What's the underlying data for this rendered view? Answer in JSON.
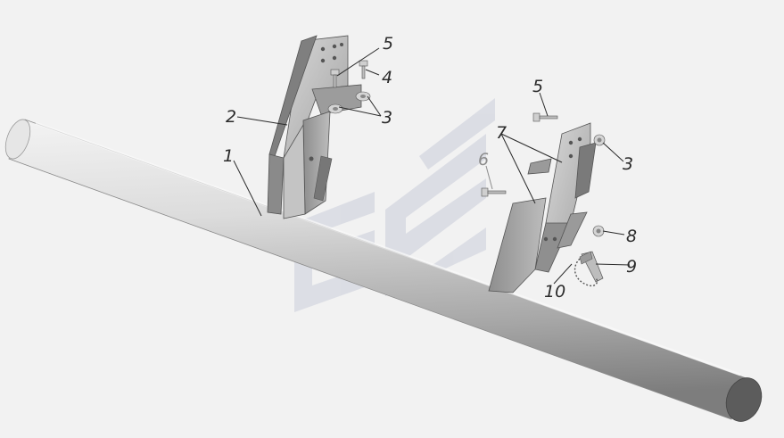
{
  "diagram": {
    "callouts": [
      {
        "id": "c1",
        "text": "1"
      },
      {
        "id": "c2",
        "text": "2"
      },
      {
        "id": "c3a",
        "text": "3"
      },
      {
        "id": "c3b",
        "text": "3"
      },
      {
        "id": "c4",
        "text": "4"
      },
      {
        "id": "c5a",
        "text": "5"
      },
      {
        "id": "c5b",
        "text": "5"
      },
      {
        "id": "c6",
        "text": "6"
      },
      {
        "id": "c7",
        "text": "7"
      },
      {
        "id": "c8",
        "text": "8"
      },
      {
        "id": "c9",
        "text": "9"
      },
      {
        "id": "c10",
        "text": "10"
      }
    ]
  },
  "colors": {
    "background": "#f2f2f2",
    "metal_light": "#d6d6d6",
    "metal_mid": "#a9a9a9",
    "metal_dark": "#6e6e6e",
    "watermark": "#d9dbe3",
    "line": "#2b2b2b"
  }
}
